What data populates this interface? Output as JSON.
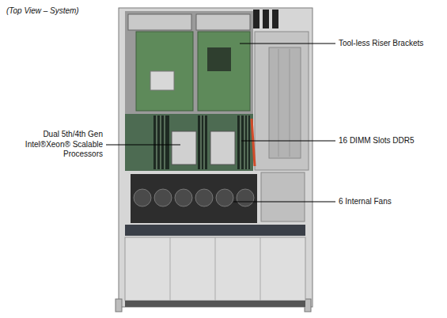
{
  "diagram": {
    "title": "(Top View – System)",
    "labels": [
      "Tool-less Riser Brackets",
      "Dual 5th/4th Gen Intel®Xeon® Scalable Processors",
      "16 DIMM Slots DDR5",
      "6 Internal Fans"
    ]
  }
}
